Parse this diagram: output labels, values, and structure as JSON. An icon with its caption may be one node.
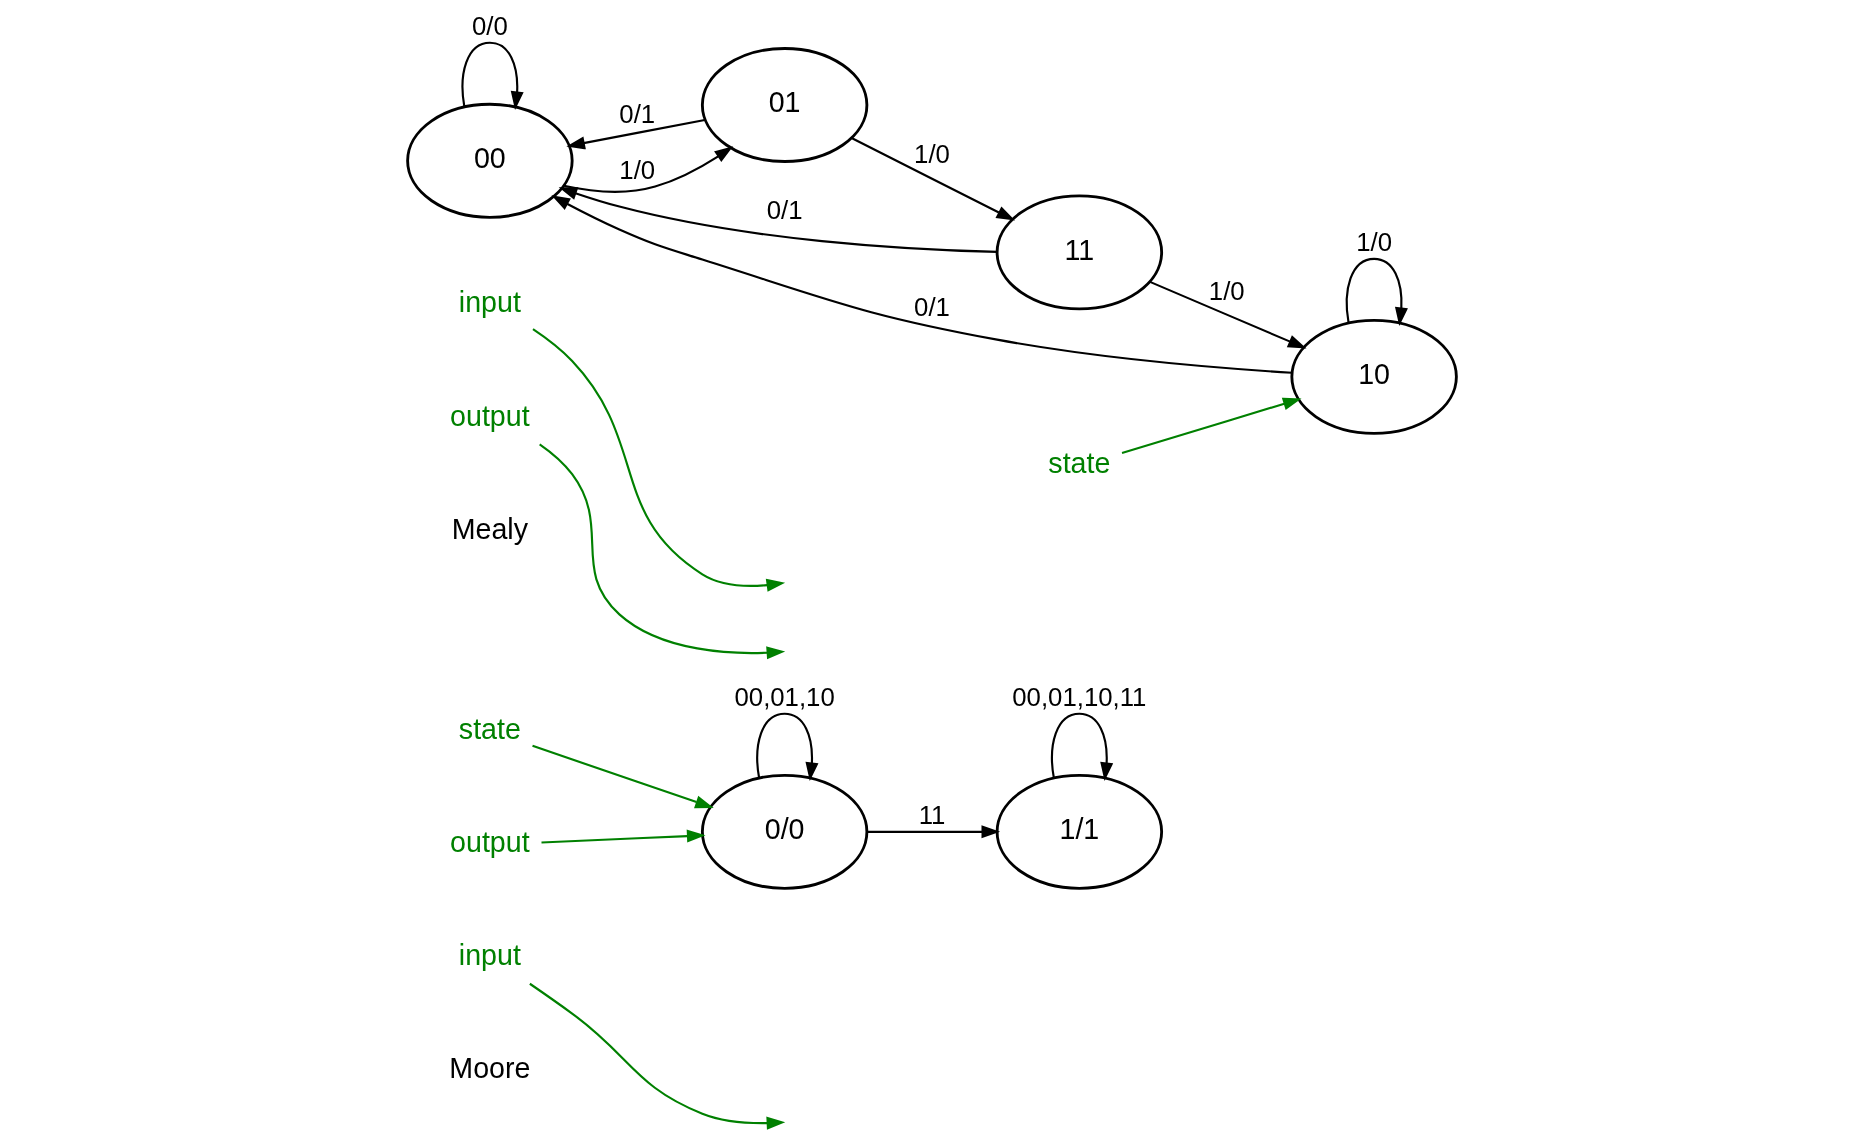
{
  "diagram": {
    "nodes": [
      {
        "text": [
          "0/0"
        ]
      },
      {
        "text": [
          "1/1"
        ]
      },
      {
        "text": [
          "input"
        ]
      },
      {
        "text": [
          "state"
        ]
      },
      {
        "text": [
          "output"
        ]
      },
      {
        "text": [
          "00"
        ]
      },
      {
        "text": [
          "01"
        ]
      },
      {
        "text": [
          "10"
        ]
      },
      {
        "text": [
          "11"
        ]
      },
      {
        "text": [
          "input"
        ]
      },
      {
        "text": [
          "output"
        ]
      },
      {
        "text": [
          "state"
        ]
      }
    ],
    "edges": [
      {
        "from": 0,
        "to": 0,
        "arrow": "to",
        "label": "00,01,10"
      },
      {
        "from": 0,
        "to": 1,
        "arrow": "to",
        "label": "11"
      },
      {
        "from": 1,
        "to": 1,
        "arrow": "to",
        "label": "00,01,10,11"
      },
      {
        "from": 2,
        "to": null,
        "arrow": "to",
        "color": "#008000"
      },
      {
        "from": 3,
        "to": 0,
        "arrow": "to",
        "color": "#008000"
      },
      {
        "from": 4,
        "to": 0,
        "arrow": "to",
        "color": "#008000"
      },
      {
        "from": 5,
        "to": 5,
        "arrow": "to",
        "label": "0/0"
      },
      {
        "from": 5,
        "to": 6,
        "arrow": "to",
        "label": "1/0"
      },
      {
        "from": 6,
        "to": 5,
        "arrow": "to",
        "label": "0/1"
      },
      {
        "from": 6,
        "to": 8,
        "arrow": "to",
        "label": "1/0"
      },
      {
        "from": 8,
        "to": 5,
        "arrow": "to",
        "label": "0/1"
      },
      {
        "from": 8,
        "to": 7,
        "arrow": "to",
        "label": "1/0"
      },
      {
        "from": 7,
        "to": 5,
        "arrow": "to",
        "label": "0/1"
      },
      {
        "from": 7,
        "to": 7,
        "arrow": "to",
        "label": "1/0"
      },
      {
        "from": 9,
        "to": null,
        "arrow": "to",
        "color": "#008000"
      },
      {
        "from": 10,
        "to": null,
        "arrow": "to",
        "color": "#008000"
      },
      {
        "from": 11,
        "to": 7,
        "arrow": "to",
        "color": "#008000"
      }
    ],
    "labels": [
      "Moore",
      "Mealy"
    ]
  }
}
